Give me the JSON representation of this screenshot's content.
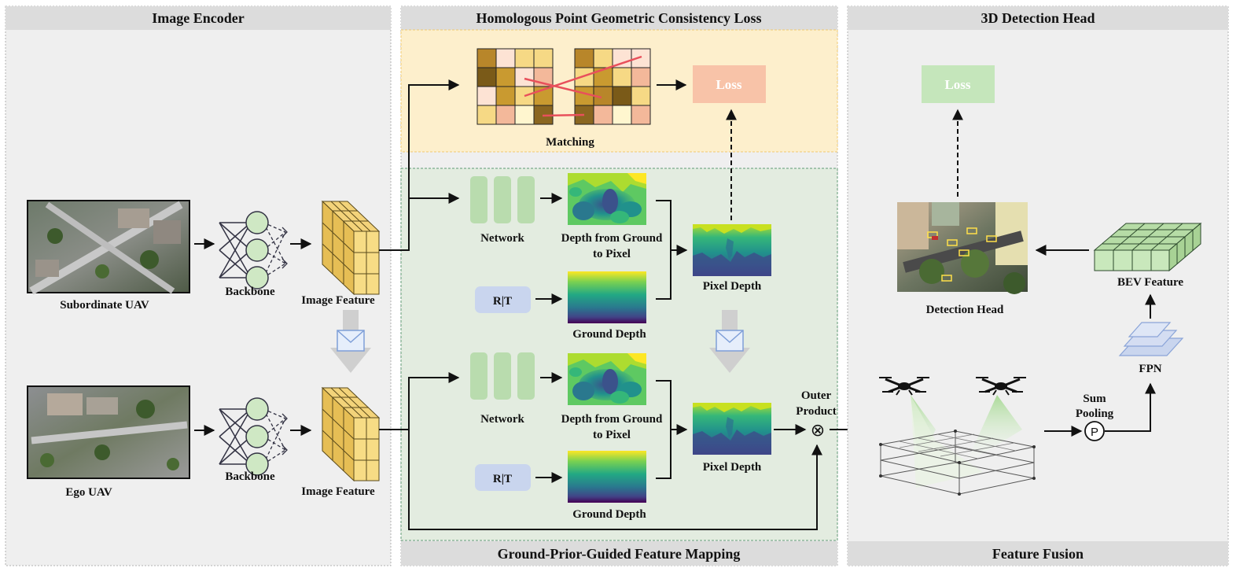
{
  "panels": {
    "image_encoder": "Image Encoder",
    "consistency_loss": "Homologous Point Geometric Consistency Loss",
    "feature_mapping": "Ground-Prior-Guided Feature Mapping",
    "detection_head": "3D Detection Head",
    "feature_fusion": "Feature Fusion"
  },
  "encoder": {
    "subordinate_label": "Subordinate UAV",
    "ego_label": "Ego UAV",
    "backbone_label": "Backbone",
    "image_feature_label": "Image Feature"
  },
  "loss_module": {
    "matching_label": "Matching",
    "loss_label": "Loss"
  },
  "mapping": {
    "network_label": "Network",
    "depth_from_ground_line1": "Depth from Ground",
    "depth_from_ground_line2": "to Pixel",
    "rt_label": "R|T",
    "ground_depth_label": "Ground Depth",
    "pixel_depth_label": "Pixel Depth",
    "outer_product_line1": "Outer",
    "outer_product_line2": "Product",
    "outer_product_symbol": "⊗"
  },
  "fusion": {
    "loss_label": "Loss",
    "detection_head_label": "Detection Head",
    "bev_feature_label": "BEV Feature",
    "fpn_label": "FPN",
    "sum_pooling_line1": "Sum",
    "sum_pooling_line2": "Pooling",
    "pool_symbol": "P"
  },
  "colors": {
    "panel_bg": "#efefef",
    "header_bg": "#dcdcdc",
    "loss_panel_bg": "#fdefcc",
    "mapping_panel_bg": "#e3ece0",
    "loss_box": "#f8c3a8",
    "det_loss_box": "#c5e6bb",
    "network_bar": "#b9dcae",
    "rt_box": "#c9d5ee",
    "feature_cube": "#f7dc85",
    "bev_cube": "#c9e8bc"
  },
  "icons": [
    "neural-net-icon",
    "feature-cube-icon",
    "envelope-icon",
    "drone-icon",
    "fpn-stack-icon"
  ]
}
